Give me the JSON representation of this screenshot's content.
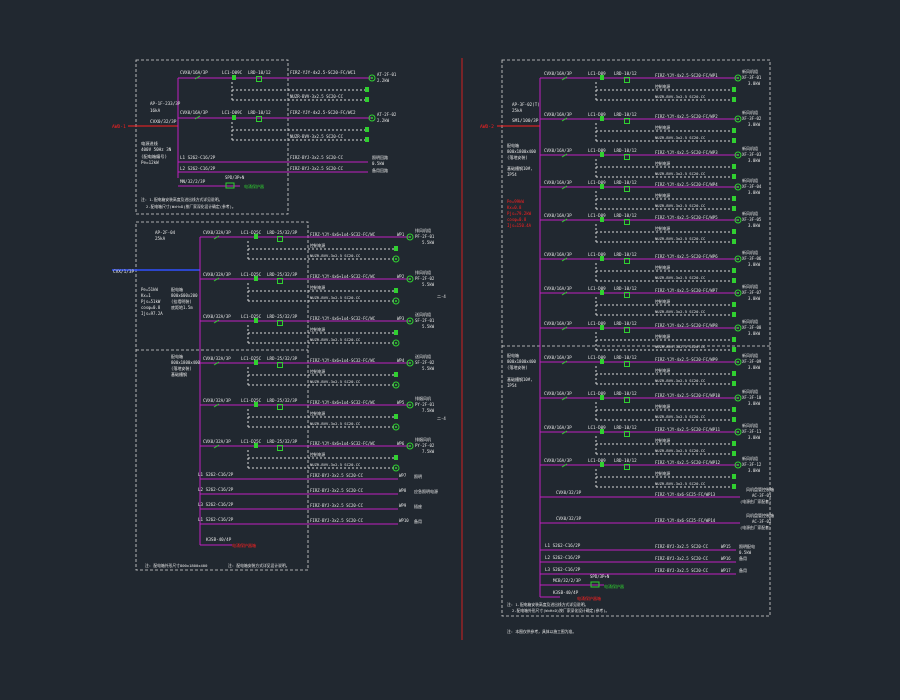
{
  "colors": {
    "background": "#212830",
    "frame": "#d8d8d8",
    "bus": "#c020c0",
    "device": "#30d030",
    "label": "#e8e8e8",
    "highlight": "#ff2020",
    "incomer_blue": "#3050ff",
    "divider": "#d02020"
  },
  "left_top_panel": {
    "incomer_label": "AWD-1",
    "breaker_spec": "AP-1F-233/3P",
    "breaker_spec2": "16kA",
    "main_breaker": "CVX0/32/3P",
    "side_note_1": "电源进线",
    "side_note_2": "400V 50Hz 3N",
    "side_note_3": "(配电箱编号)",
    "side_note_4": "Pe=12kW",
    "feeders": [
      {
        "breaker": "CVX0/16A/3P",
        "device": "LC1-D09C",
        "relay": "LRD-10/12",
        "cable": "FIRZ-YJY-4x2.5-SC20-FC/WC1",
        "load_top": "AT-2F-01",
        "load_bottom": "2.2kW",
        "ctrl": "NUZR-BVV-3x2.5 SC20-CC"
      },
      {
        "breaker": "CVX0/16A/3P",
        "device": "LC1-D09C",
        "relay": "LRD-10/12",
        "cable": "FIRZ-YJY-4x2.5-SC20-FC/WC2",
        "load_top": "AT-2F-02",
        "load_bottom": "2.2kW",
        "ctrl": "NUZR-BVV-3x2.5 SC20-CC"
      }
    ],
    "l1_breaker": "L1 S262-C16/2P",
    "l1_cable": "FIRZ-BYJ-3x2.5 SC20-CC",
    "l1_load": "照明回路",
    "l1_load_sub": "0.5kW",
    "l2_breaker": "L2 S262-C16/2P",
    "l2_cable": "FIRZ-BYJ-3x2.5 SC20-CC",
    "l2_load": "备用回路",
    "spd": "MN/32/2/3P",
    "spd_device": "SPD/3P+N",
    "spd_label": "电涌保护器",
    "note_1": "注: 1.配电箱安装高度及进出线方式详见说明。",
    "note_2": "2.配电箱尺寸(W×H×D)按厂家深化设计确定(参考)。"
  },
  "left_bottom_panel": {
    "incomer_label": "CVX/1/3P",
    "incomer_spec": "AP-2F-04",
    "incomer_spec2": "25kA",
    "side_note_1": "Pe=51kW",
    "side_note_2": "Kx=1",
    "side_note_3": "Pjs=51kW",
    "side_note_4": "cosφ=0.8",
    "side_note_5": "Ijs=97.2A",
    "side_note_6": "配电箱",
    "side_note_7": "800x600x200",
    "side_note_8": "(挂墙明装)",
    "side_note_9": "底距地1.5m",
    "mid_note_1": "配电箱",
    "mid_note_2": "800x1800x400",
    "mid_note_3": "(落地安装)",
    "mid_note_4": "基础槽钢",
    "feeders": [
      {
        "breaker": "CVX0/32A/3P",
        "device": "LC1-D25C",
        "relay": "LRD-25/32/3P",
        "cable": "FIRZ-YJY-4x6+1x4-SC32-FC/WC",
        "tag": "WP1",
        "load_top": "排风机组",
        "load_bottom": "PF-2F-01",
        "load_kw": "5.5kW",
        "ctrl": "NUZR-BVV-3x2.5 SC20-CC",
        "ctrl_label": "控制电源"
      },
      {
        "breaker": "CVX0/32A/3P",
        "device": "LC1-D25C",
        "relay": "LRD-25/32/3P",
        "cable": "FIRZ-YJY-4x6+1x4-SC32-FC/WC",
        "tag": "WP2",
        "load_top": "排风机组",
        "load_bottom": "PF-2F-02",
        "load_kw": "5.5kW",
        "ctrl": "NUZR-BVV-3x2.5 SC20-CC",
        "ctrl_label": "控制电源"
      },
      {
        "breaker": "CVX0/32A/3P",
        "device": "LC1-D25C",
        "relay": "LRD-25/32/3P",
        "cable": "FIRZ-YJY-4x6+1x4-SC32-FC/WC",
        "tag": "WP3",
        "load_top": "送风机组",
        "load_bottom": "SF-2F-01",
        "load_kw": "5.5kW",
        "ctrl": "NUZR-BVV-3x2.5 SC20-CC",
        "ctrl_label": "控制电源"
      },
      {
        "breaker": "CVX0/32A/3P",
        "device": "LC1-D25C",
        "relay": "LRD-25/32/3P",
        "cable": "FIRZ-YJY-4x6+1x4-SC32-FC/WC",
        "tag": "WP4",
        "load_top": "送风机组",
        "load_bottom": "SF-2F-02",
        "load_kw": "5.5kW",
        "ctrl": "NUZR-BVV-3x2.5 SC20-CC",
        "ctrl_label": "控制电源"
      },
      {
        "breaker": "CVX0/32A/3P",
        "device": "LC1-D25C",
        "relay": "LRD-25/32/3P",
        "cable": "FIRZ-YJY-4x6+1x4-SC32-FC/WC",
        "tag": "WP5",
        "load_top": "排烟风机",
        "load_bottom": "PY-2F-01",
        "load_kw": "7.5kW",
        "ctrl": "NUZR-BVV-3x2.5 SC20-CC",
        "ctrl_label": "控制电源"
      },
      {
        "breaker": "CVX0/32A/3P",
        "device": "LC1-D25C",
        "relay": "LRD-25/32/3P",
        "cable": "FIRZ-YJY-4x6+1x4-SC32-FC/WC",
        "tag": "WP6",
        "load_top": "排烟风机",
        "load_bottom": "PY-2F-02",
        "load_kw": "7.5kW",
        "ctrl": "NUZR-BVV-3x2.5 SC20-CC",
        "ctrl_label": "控制电源"
      }
    ],
    "light_circuits": [
      {
        "breaker": "L1 S262-C16/2P",
        "cable": "FIRZ-BYJ-3x2.5 SC20-CC",
        "tag": "WP7",
        "load": "照明"
      },
      {
        "breaker": "L2 S262-C16/2P",
        "cable": "FIRZ-BYJ-3x2.5 SC20-CC",
        "tag": "WP8",
        "load": "应急照明电源"
      },
      {
        "breaker": "L3 S262-C16/2P",
        "cable": "FIRZ-BYJ-3x2.5 SC20-CC",
        "tag": "WP9",
        "load": "插座"
      },
      {
        "breaker": "L1 S262-C16/2P",
        "cable": "FIRZ-BYJ-3x2.5 SC20-CC",
        "tag": "WP10",
        "load": "备用"
      }
    ],
    "side_bracket_1": "二-4",
    "side_bracket_2": "二-4",
    "spd": "K3SB-40/4P",
    "spd_label": "电涌保护器箱",
    "note_1": "注: 配电箱外形尺寸800x1800x400",
    "note_2": "注: 配电箱安装方式详见设计说明。"
  },
  "right_panel": {
    "incomer_label": "AWD-2",
    "breaker_spec": "AP-3F-02(T)",
    "breaker_spec2": "25kA",
    "main_breaker": "SM1/100/3P",
    "side_note_1": "配电箱",
    "side_note_2": "800x1800x400",
    "side_note_3": "(落地安装)",
    "side_note_4": "基础槽钢10#,",
    "side_note_5": "IP54",
    "red_note_1": "Pe=99kW",
    "red_note_2": "Kx=0.8",
    "red_note_3": "Pjs=79.2kW",
    "red_note_4": "cosφ=0.8",
    "red_note_5": "Ijs=150.4A",
    "mid_note_1": "配电箱",
    "mid_note_2": "800x1800x400",
    "mid_note_3": "(落地安装)",
    "mid_note_4": "基础槽钢10#,",
    "mid_note_5": "IP54",
    "feeders": [
      {
        "breaker": "CVX0/16A/3P",
        "device": "LC1-D09",
        "relay": "LRD-10/12",
        "cable": "FIRZ-YJY-4x2.5-SC20-FC/WP1",
        "load_top": "新风机组",
        "load_bottom": "XF-3F-01",
        "load_kw": "3.0kW",
        "ctrl": "NUZR-BVV-3x2.5 SC20-CC",
        "ctrl_label": "控制电源"
      },
      {
        "breaker": "CVX0/16A/3P",
        "device": "LC1-D09",
        "relay": "LRD-10/12",
        "cable": "FIRZ-YJY-4x2.5-SC20-FC/WP2",
        "load_top": "新风机组",
        "load_bottom": "XF-3F-02",
        "load_kw": "3.0kW",
        "ctrl": "NUZR-BVV-3x2.5 SC20-CC",
        "ctrl_label": "控制电源"
      },
      {
        "breaker": "CVX0/16A/3P",
        "device": "LC1-D09",
        "relay": "LRD-10/12",
        "cable": "FIRZ-YJY-4x2.5-SC20-FC/WP3",
        "load_top": "新风机组",
        "load_bottom": "XF-3F-03",
        "load_kw": "3.0kW",
        "ctrl": "NUZR-BVV-3x2.5 SC20-CC",
        "ctrl_label": "控制电源"
      },
      {
        "breaker": "CVX0/16A/3P",
        "device": "LC1-D09",
        "relay": "LRD-10/12",
        "cable": "FIRZ-YJY-4x2.5-SC20-FC/WP4",
        "load_top": "新风机组",
        "load_bottom": "XF-3F-04",
        "load_kw": "3.0kW",
        "ctrl": "NUZR-BVV-3x2.5 SC20-CC",
        "ctrl_label": "控制电源"
      },
      {
        "breaker": "CVX0/16A/3P",
        "device": "LC1-D09",
        "relay": "LRD-10/12",
        "cable": "FIRZ-YJY-4x2.5-SC20-FC/WP5",
        "load_top": "新风机组",
        "load_bottom": "XF-3F-05",
        "load_kw": "3.0kW",
        "ctrl": "NUZR-BVV-3x2.5 SC20-CC",
        "ctrl_label": "控制电源"
      },
      {
        "breaker": "CVX0/16A/3P",
        "device": "LC1-D09",
        "relay": "LRD-10/12",
        "cable": "FIRZ-YJY-4x2.5-SC20-FC/WP6",
        "load_top": "新风机组",
        "load_bottom": "XF-3F-06",
        "load_kw": "3.0kW",
        "ctrl": "NUZR-BVV-3x2.5 SC20-CC",
        "ctrl_label": "控制电源"
      },
      {
        "breaker": "CVX0/16A/3P",
        "device": "LC1-D09",
        "relay": "LRD-10/12",
        "cable": "FIRZ-YJY-4x2.5-SC20-FC/WP7",
        "load_top": "新风机组",
        "load_bottom": "XF-3F-07",
        "load_kw": "3.0kW",
        "ctrl": "NUZR-BVV-3x2.5 SC20-CC",
        "ctrl_label": "控制电源"
      },
      {
        "breaker": "CVX0/16A/3P",
        "device": "LC1-D09",
        "relay": "LRD-10/12",
        "cable": "FIRZ-YJY-4x2.5-SC20-FC/WP8",
        "load_top": "新风机组",
        "load_bottom": "XF-3F-08",
        "load_kw": "3.0kW",
        "ctrl": "NUZR-BVV-3x2.5 SC20-CC",
        "ctrl_label": "控制电源"
      },
      {
        "breaker": "CVX0/16A/3P",
        "device": "LC1-D09",
        "relay": "LRD-10/12",
        "cable": "FIRZ-YJY-4x2.5-SC20-FC/WP9",
        "load_top": "新风机组",
        "load_bottom": "XF-3F-09",
        "load_kw": "3.0kW",
        "ctrl": "NUZR-BVV-3x2.5 SC20-CC",
        "ctrl_label": "控制电源"
      },
      {
        "breaker": "CVX0/16A/3P",
        "device": "LC1-D09",
        "relay": "LRD-10/12",
        "cable": "FIRZ-YJY-4x2.5-SC20-FC/WP10",
        "load_top": "新风机组",
        "load_bottom": "XF-3F-10",
        "load_kw": "3.0kW",
        "ctrl": "NUZR-BVV-3x2.5 SC20-CC",
        "ctrl_label": "控制电源"
      },
      {
        "breaker": "CVX0/16A/3P",
        "device": "LC1-D09",
        "relay": "LRD-10/12",
        "cable": "FIRZ-YJY-4x2.5-SC20-FC/WP11",
        "load_top": "新风机组",
        "load_bottom": "XF-3F-11",
        "load_kw": "3.0kW",
        "ctrl": "NUZR-BVV-3x2.5 SC20-CC",
        "ctrl_label": "控制电源"
      },
      {
        "breaker": "CVX0/16A/3P",
        "device": "LC1-D09",
        "relay": "LRD-10/12",
        "cable": "FIRZ-YJY-4x2.5-SC20-FC/WP12",
        "load_top": "新风机组",
        "load_bottom": "XF-3F-12",
        "load_kw": "3.0kW",
        "ctrl": "NUZR-BVV-3x2.5 SC20-CC",
        "ctrl_label": "控制电源"
      }
    ],
    "direct_circuits": [
      {
        "breaker": "CVX0/32/3P",
        "cable": "FIRZ-YJY-4x6-SC25-FC/WP13",
        "load_top": "风机盘管控制箱",
        "load_mid": "AC-3F-01",
        "load_bottom": "(电源由厂家配套)"
      },
      {
        "breaker": "CVX0/32/3P",
        "cable": "FIRZ-YJY-4x6-SC25-FC/WP14",
        "load_top": "风机盘管控制箱",
        "load_mid": "AC-3F-02",
        "load_bottom": "(电源由厂家配套)"
      }
    ],
    "light_circuits": [
      {
        "breaker": "L1 S262-C16/2P",
        "cable": "FIRZ-BYJ-3x2.5 SC20-CC",
        "tag": "WP15",
        "load": "照明配电",
        "load_sub": "0.5kW"
      },
      {
        "breaker": "L2 S262-C16/2P",
        "cable": "FIRZ-BYJ-3x2.5 SC20-CC",
        "tag": "WP16",
        "load": "备用",
        "load_sub": ""
      },
      {
        "breaker": "L3 S262-C16/2P",
        "cable": "FIRZ-BYJ-3x2.5 SC20-CC",
        "tag": "WP17",
        "load": "备用",
        "load_sub": ""
      }
    ],
    "spd": "MCB/32/2/3P",
    "spd_device": "SPD/3P+N",
    "spd_label": "电涌保护器",
    "spd2": "K3SB-40/4P",
    "spd2_label": "电涌保护器箱",
    "note_1": "注: 1.配电箱安装高度及进出线方式详见说明。",
    "note_2": "2.配电箱外形尺寸(W×H×D)按厂家深化设计确定(参考)。",
    "footer_note": "注: 本图仅供参考，具体以施工图为准。"
  }
}
